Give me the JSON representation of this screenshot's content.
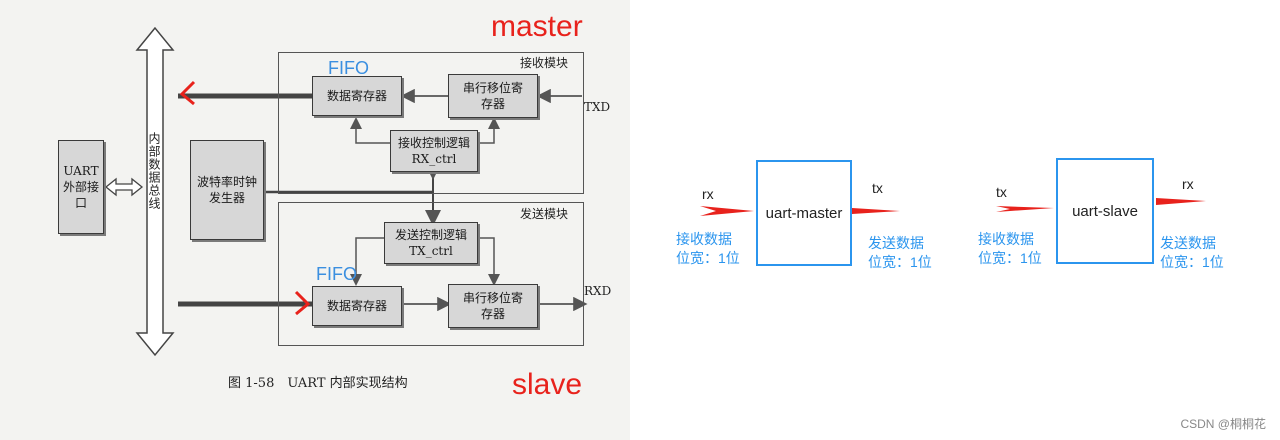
{
  "left_figure": {
    "annotation_master": "master",
    "annotation_slave": "slave",
    "fifo_top": "FIFO",
    "fifo_bottom": "FIFO",
    "recv_module_title": "接收模块",
    "send_module_title": "发送模块",
    "uart_port": "UART外部接口",
    "internal_bus": "内部数据总线",
    "baud_gen": "波特率时钟发生器",
    "rx_data_reg": "数据寄存器",
    "rx_shift_reg": "串行移位寄存器",
    "rx_ctrl_line1": "接收控制逻辑",
    "rx_ctrl_line2": "RX_ctrl",
    "tx_data_reg": "数据寄存器",
    "tx_shift_reg": "串行移位寄存器",
    "tx_ctrl_line1": "发送控制逻辑",
    "tx_ctrl_line2": "TX_ctrl",
    "txd": "TXD",
    "rxd": "RXD",
    "caption": "图 1-58　UART 内部实现结构"
  },
  "right_figure": {
    "master": {
      "box_label": "uart-master",
      "input_label": "rx",
      "output_label": "tx",
      "input_desc_1": "接收数据",
      "input_desc_2": "位宽：1位",
      "output_desc_1": "发送数据",
      "output_desc_2": "位宽：1位"
    },
    "slave": {
      "box_label": "uart-slave",
      "input_label": "tx",
      "output_label": "rx",
      "input_desc_1": "接收数据",
      "input_desc_2": "位宽：1位",
      "output_desc_1": "发送数据",
      "output_desc_2": "位宽：1位"
    }
  },
  "watermark": "CSDN @桐桐花",
  "colors": {
    "annotation_red": "#e8221c",
    "fifo_blue": "#3b8fe0",
    "box_blue": "#2b95ee",
    "block_gray": "#d7d7d7"
  }
}
